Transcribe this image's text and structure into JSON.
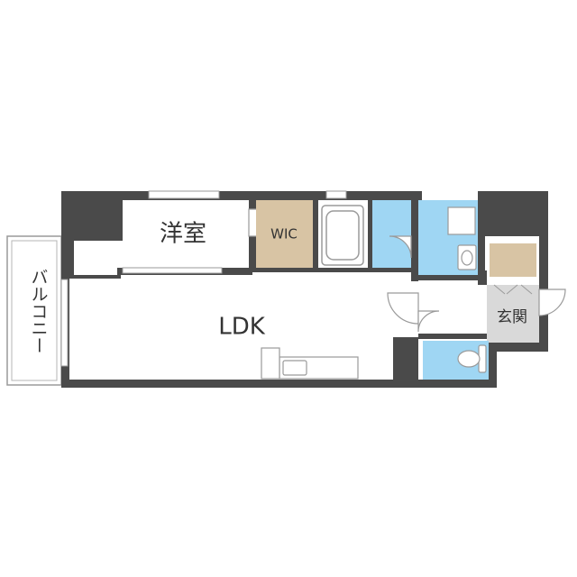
{
  "rooms": {
    "western_room": "洋室",
    "wic": "WIC",
    "ldk": "LDK",
    "entrance": "玄関",
    "balcony": "バルコニー"
  },
  "colors": {
    "wall": "#4a4a4a",
    "wet_area": "#9fd6f3",
    "storage": "#d8c4a4",
    "entrance_floor": "#d9d9d9",
    "floor": "#ffffff",
    "fixture_line": "#9a9a9a"
  },
  "icons": [
    "bathtub-icon",
    "washbasin-icon",
    "toilet-icon",
    "kitchen-sink-icon",
    "washing-machine-pan-icon"
  ]
}
